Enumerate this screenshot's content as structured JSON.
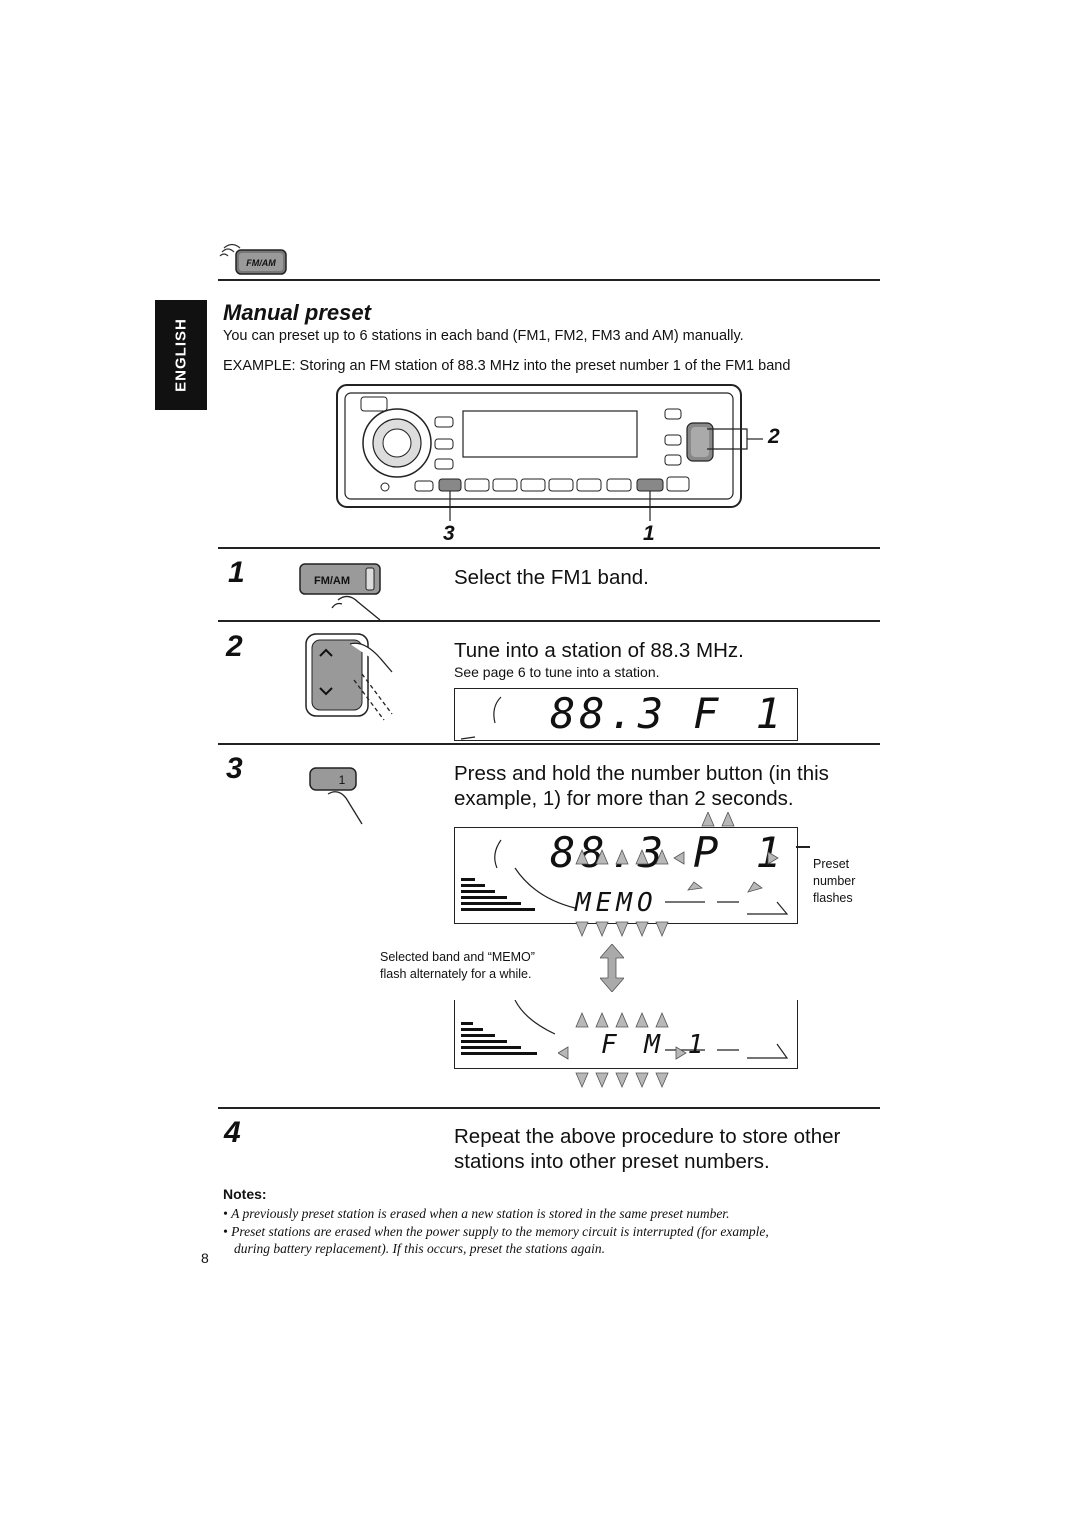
{
  "header": {
    "band_icon_label": "FM/AM"
  },
  "sidebar": {
    "language_tab": "ENGLISH"
  },
  "section": {
    "title": "Manual preset",
    "intro": "You can preset up to 6 stations in each band (FM1, FM2, FM3 and AM) manually.",
    "example": "EXAMPLE:  Storing an FM station of 88.3 MHz into the preset number 1 of the FM1 band"
  },
  "unit_diagram": {
    "callout_2": "2",
    "callout_3": "3",
    "callout_1": "1"
  },
  "steps": [
    {
      "num": "1",
      "button_label": "FM/AM",
      "text": "Select the FM1 band."
    },
    {
      "num": "2",
      "text": "Tune into a station of 88.3 MHz.",
      "sub": "See page 6 to tune into a station.",
      "display": {
        "freq": "88.3",
        "band": "F 1"
      }
    },
    {
      "num": "3",
      "button_label": "1",
      "text_line1": "Press and hold the number button (in this",
      "text_line2": "example, 1) for more than 2 seconds.",
      "display_a": {
        "freq": "88.3",
        "preset": "P 1",
        "memo": "MEMO"
      },
      "preset_caption": [
        "Preset",
        "number",
        "flashes"
      ],
      "alternate_caption": [
        "Selected band and “MEMO”",
        "flash alternately for a while."
      ],
      "display_b": {
        "band": "F M 1"
      }
    },
    {
      "num": "4",
      "text_line1": "Repeat the above procedure to store other",
      "text_line2": "stations into other preset numbers."
    }
  ],
  "notes": {
    "heading": "Notes:",
    "items": [
      "A previously preset station is erased when a new station is stored in the same preset number.",
      "Preset stations are erased when the power supply to the memory circuit is interrupted (for example,",
      "during battery replacement). If this occurs, preset the stations again."
    ]
  },
  "page_number": "8"
}
